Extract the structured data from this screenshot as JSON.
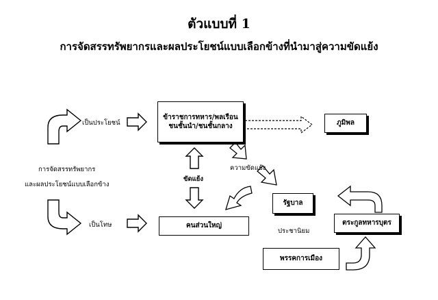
{
  "title": {
    "line1": "ตัวแบบที่ 1",
    "line2": "การจัดสรรทรัพยากรและผลประโยชน์แบบเลือกข้างที่นำมาสู่ความขัดแย้ง"
  },
  "nodes": {
    "elite_line1": "ข้าราชการทหาร/พลเรือน",
    "elite_line2": "ชนชั้นนำ/ชนชั้นกลาง",
    "royal": "ภูมิพล",
    "government": "รัฐบาล",
    "majority": "คนส่วนใหญ่",
    "party": "พรรคการเมือง",
    "thaksin": "ตระกูลทหารบุตร"
  },
  "labels": {
    "benefit": "เป็นประโยชน์",
    "harm": "เป็นโทษ",
    "allocation_line1": "การจัดสรรทรัพยากร",
    "allocation_line2": "และผลประโยชน์แบบเลือกข้าง",
    "conflict": "ความขัดแย้ง",
    "dispute": "ขัดแย้ง",
    "populism": "ประชานิยม"
  }
}
